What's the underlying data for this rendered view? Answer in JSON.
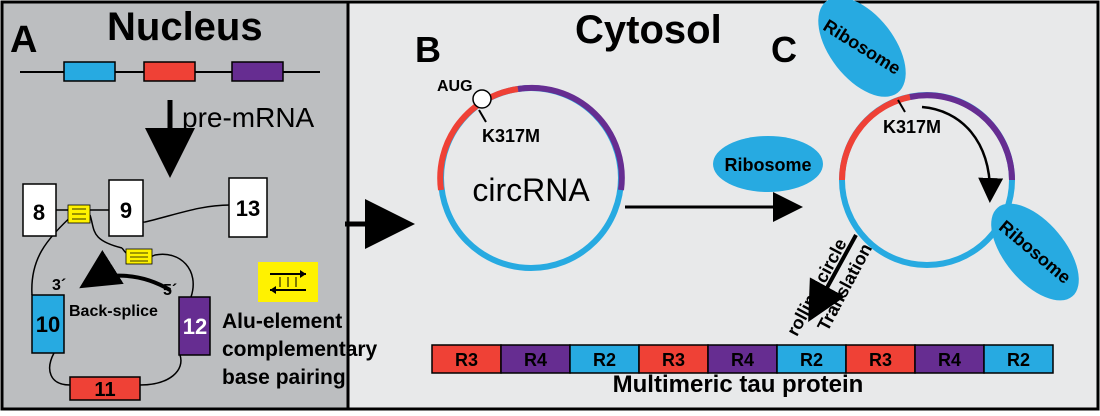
{
  "panels": {
    "nucleus": {
      "letter": "A",
      "title": "Nucleus"
    },
    "cytosol": {
      "title": "Cytosol"
    },
    "b_letter": "B",
    "c_letter": "C"
  },
  "nucleus": {
    "pre_mrna_label": "pre-mRNA",
    "exons": {
      "e8": "8",
      "e9": "9",
      "e10": "10",
      "e11": "11",
      "e12": "12",
      "e13": "13"
    },
    "prime_3": "3´",
    "prime_5": "5´",
    "backsplice_label": "Back-splice",
    "alu_label_lines": [
      "Alu-element",
      "complementary",
      "base pairing"
    ]
  },
  "circ_b": {
    "aug_label": "AUG",
    "mutation_label": "K317M",
    "center_label": "circRNA"
  },
  "circ_c": {
    "mutation_label": "K317M",
    "ribosome_label": "Ribosome",
    "rolling_label": "rolling circle",
    "translation_label": "Translation"
  },
  "protein": {
    "repeats": [
      "R3",
      "R4",
      "R2",
      "R3",
      "R4",
      "R2",
      "R3",
      "R4",
      "R2"
    ],
    "caption": "Multimeric tau protein"
  },
  "colors": {
    "red": "#ef4136",
    "blue": "#27aae1",
    "purple": "#662d91",
    "yellow": "#fff200",
    "nucleus_bg": "#bcbec0",
    "cytosol_bg": "#e8e9ea"
  }
}
